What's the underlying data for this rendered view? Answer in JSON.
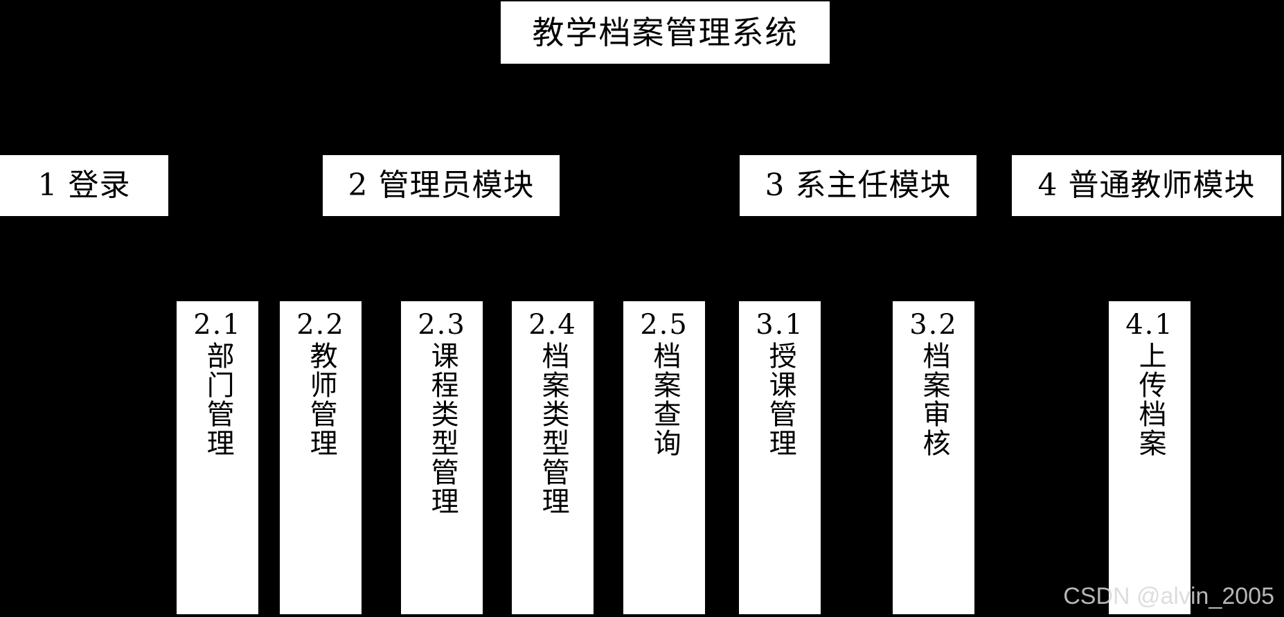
{
  "diagram": {
    "title": "教学档案管理系统",
    "type": "功能结构图",
    "background_color": "#000000",
    "node_fill_color": "#ffffff",
    "node_text_color": "#000000"
  },
  "root": {
    "label": "教学档案管理系统"
  },
  "modules": [
    {
      "num": "1",
      "name": "登录",
      "label": "1 登录",
      "children": []
    },
    {
      "num": "2",
      "name": "管理员模块",
      "label": "2 管理员模块",
      "children": [
        {
          "num": "2.1",
          "name": "部门管理"
        },
        {
          "num": "2.2",
          "name": "教师管理"
        },
        {
          "num": "2.3",
          "name": "课程类型管理"
        },
        {
          "num": "2.4",
          "name": "档案类型管理"
        },
        {
          "num": "2.5",
          "name": "档案查询"
        }
      ]
    },
    {
      "num": "3",
      "name": "系主任模块",
      "label": "3 系主任模块",
      "children": [
        {
          "num": "3.1",
          "name": "授课管理"
        },
        {
          "num": "3.2",
          "name": "档案审核"
        }
      ]
    },
    {
      "num": "4",
      "name": "普通教师模块",
      "label": "4 普通教师模块",
      "children": [
        {
          "num": "4.1",
          "name": "上传档案"
        }
      ]
    }
  ],
  "watermark": {
    "text": "CSDN @alvin_2005"
  }
}
